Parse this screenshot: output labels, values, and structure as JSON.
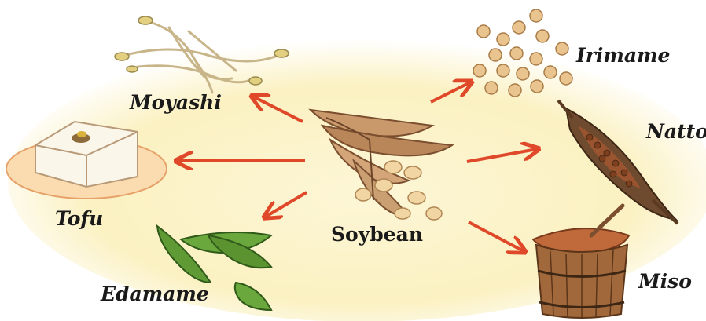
{
  "center": {
    "label": "Soybean"
  },
  "products": {
    "moyashi": "Moyashi",
    "tofu": "Tofu",
    "edamame": "Edamame",
    "irimame": "Irimame",
    "natto": "Natto",
    "miso": "Miso"
  },
  "colors": {
    "background_wash": "#fbf2c4",
    "arrow": "#e0482a",
    "pod": "#c9986b",
    "bean": "#f1d6a3",
    "edamame": "#5f9a35",
    "tofu": "#fbf6ea",
    "miso": "#c06a3c",
    "wood": "#8d5a2f",
    "natto_wrap": "#6e4a2e",
    "natto_bean": "#9a5530"
  }
}
